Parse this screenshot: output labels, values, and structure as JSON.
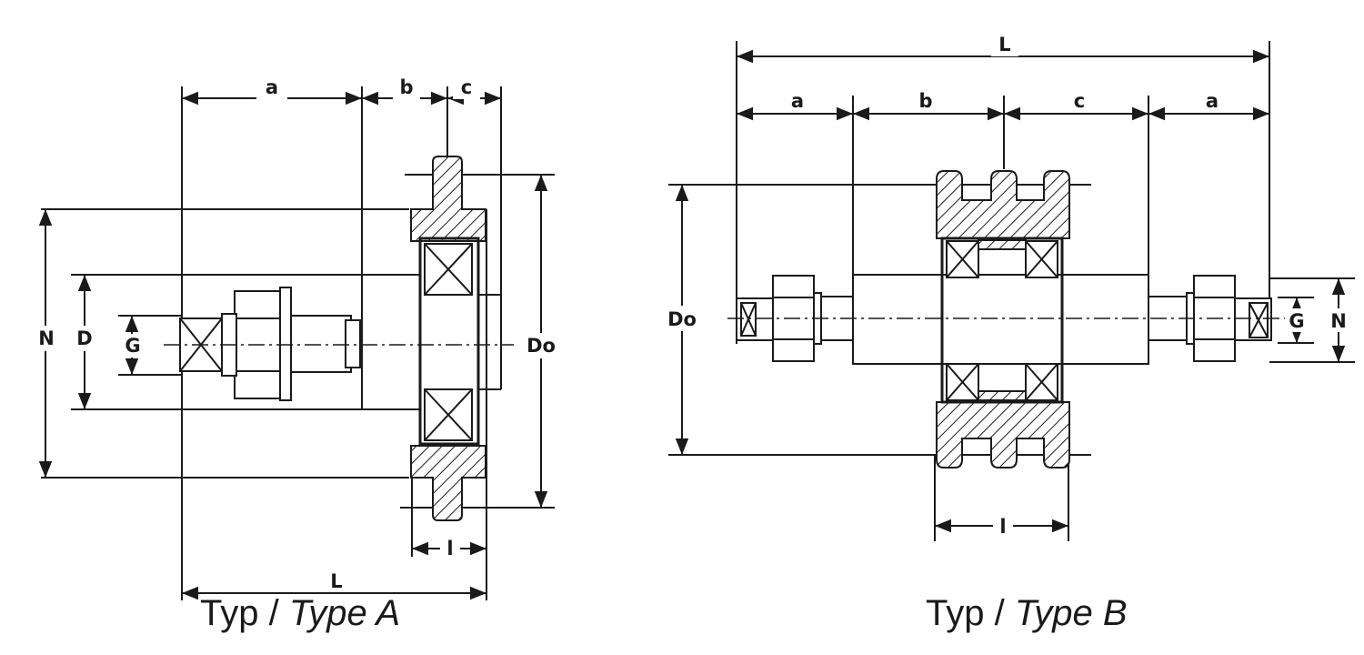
{
  "type_a": {
    "labels": {
      "a": "a",
      "b": "b",
      "c": "c",
      "L": "L",
      "l": "l",
      "N": "N",
      "D": "D",
      "G": "G",
      "Do": "Do"
    },
    "caption": {
      "prefix": "Typ / ",
      "italic": "Type A"
    }
  },
  "type_b": {
    "labels": {
      "L": "L",
      "a_left": "a",
      "b": "b",
      "c": "c",
      "a_right": "a",
      "Do": "Do",
      "G": "G",
      "N": "N",
      "l": "l"
    },
    "caption": {
      "prefix": "Typ / ",
      "italic": "Type B"
    }
  }
}
